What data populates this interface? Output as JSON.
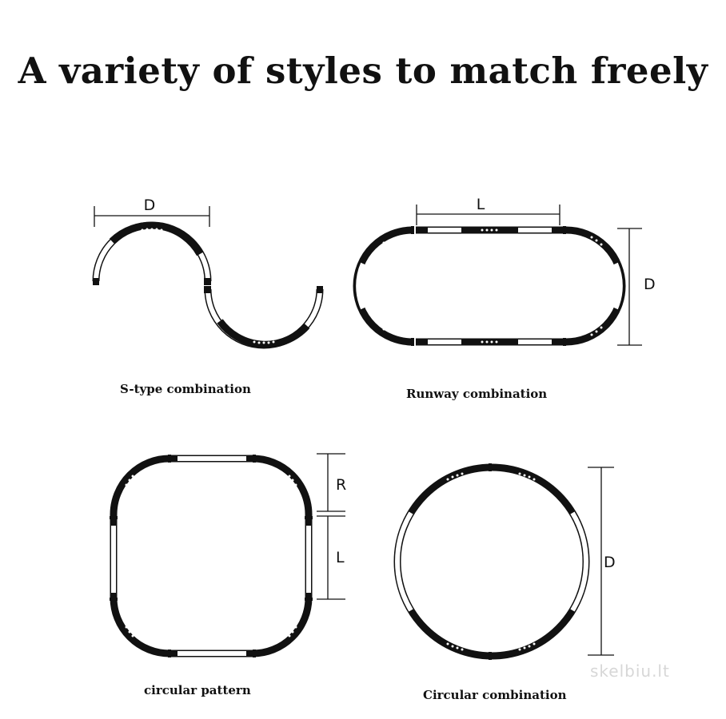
{
  "title": "A variety of styles to match freely",
  "panels": [
    {
      "caption": "S-type combination",
      "dims": [
        "D"
      ]
    },
    {
      "caption": "Runway combination",
      "dims": [
        "L",
        "D"
      ]
    },
    {
      "caption": "circular pattern",
      "dims": [
        "R",
        "L"
      ]
    },
    {
      "caption": "Circular combination",
      "dims": [
        "D"
      ]
    }
  ],
  "watermark": "skelbiu.lt",
  "colors": {
    "track_dark": "#111111",
    "track_light": "#ffffff",
    "text": "#111111"
  }
}
